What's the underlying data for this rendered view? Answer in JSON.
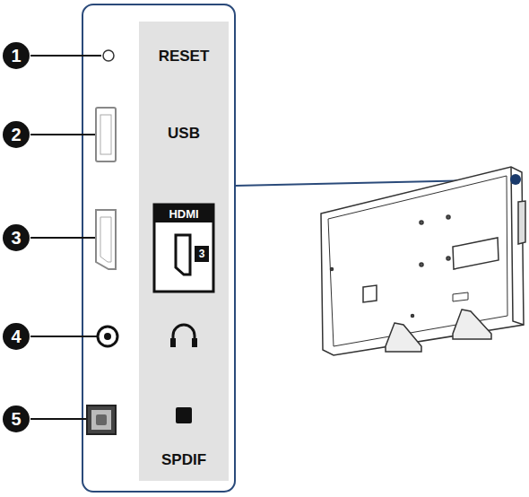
{
  "diagram": {
    "nodes": [
      {
        "text": [
          "1"
        ]
      },
      {
        "text": [
          "2"
        ]
      },
      {
        "text": [
          "3"
        ]
      },
      {
        "text": [
          "4"
        ]
      },
      {
        "text": [
          "5"
        ]
      }
    ],
    "labels": [
      "RESET",
      "USB",
      "HDMI",
      "3",
      "SPDIF"
    ]
  }
}
